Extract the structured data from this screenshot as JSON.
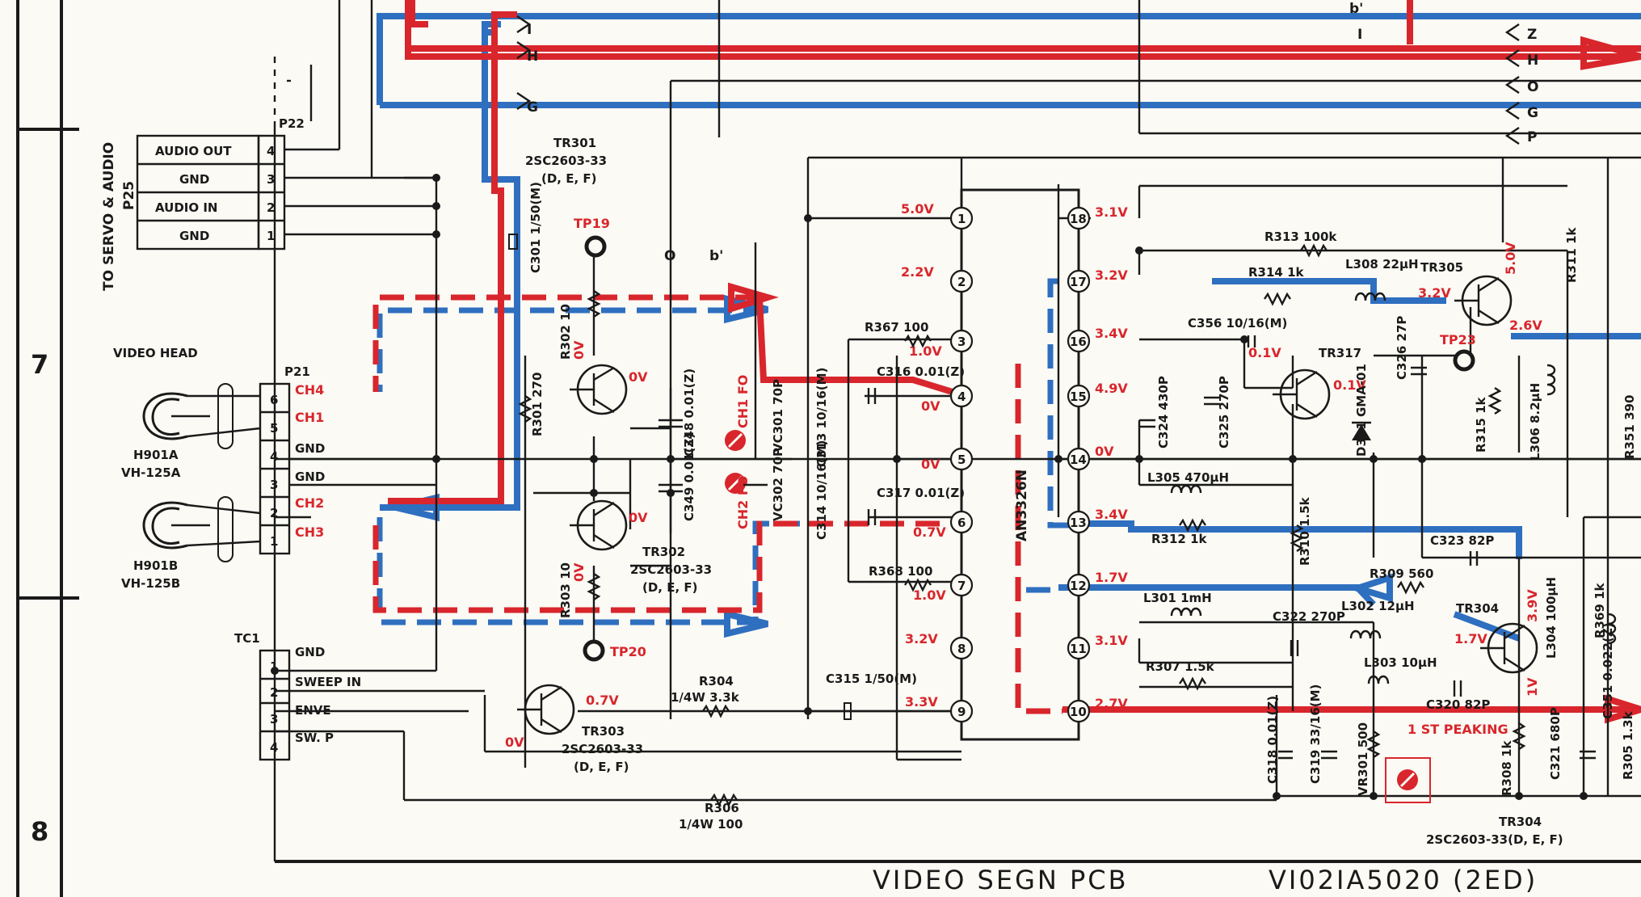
{
  "sheet": {
    "rows": [
      "7",
      "8"
    ],
    "footer_title": "VIDEO  SEGN  PCB",
    "footer_code": "VI02IA5020 (2ED)"
  },
  "connectors": {
    "servo_label_1": "TO SERVO & AUDIO",
    "servo_label_2": "P25",
    "p22": {
      "ref": "P22",
      "pins": [
        {
          "num": "4",
          "label": "AUDIO OUT"
        },
        {
          "num": "3",
          "label": "GND"
        },
        {
          "num": "2",
          "label": "AUDIO IN"
        },
        {
          "num": "1",
          "label": "GND"
        }
      ]
    },
    "p21": {
      "ref": "P21",
      "pins": [
        {
          "num": "6",
          "label": "CH4"
        },
        {
          "num": "5",
          "label": "CH1"
        },
        {
          "num": "4",
          "label": "GND"
        },
        {
          "num": "3",
          "label": "GND"
        },
        {
          "num": "2",
          "label": "CH2"
        },
        {
          "num": "1",
          "label": "CH3"
        }
      ]
    },
    "tc1": {
      "ref": "TC1",
      "pins": [
        {
          "num": "1",
          "label": "GND"
        },
        {
          "num": "2",
          "label": "SWEEP IN"
        },
        {
          "num": "3",
          "label": "ENVE"
        },
        {
          "num": "4",
          "label": "SW. P"
        }
      ]
    },
    "bus": [
      {
        "letter": "I"
      },
      {
        "letter": "H"
      },
      {
        "letter": "G"
      },
      {
        "letter": "b'"
      },
      {
        "letter": "I"
      },
      {
        "letter": "Z"
      },
      {
        "letter": "H"
      },
      {
        "letter": "O"
      },
      {
        "letter": "G"
      },
      {
        "letter": "P"
      },
      {
        "letter": "O"
      },
      {
        "letter": "b'"
      }
    ]
  },
  "video_head": {
    "title": "VIDEO HEAD",
    "heads": [
      {
        "ref": "H901A",
        "model": "VH-125A"
      },
      {
        "ref": "H901B",
        "model": "VH-125B"
      }
    ]
  },
  "transistors": {
    "tr301": {
      "ref": "TR301",
      "part": "2SC2603-33",
      "grade": "(D, E, F)",
      "v": "0V"
    },
    "tr302": {
      "ref": "TR302",
      "part": "2SC2603-33",
      "grade": "(D, E, F)",
      "v": "0V"
    },
    "tr303": {
      "ref": "TR303",
      "part": "2SC2603-33",
      "grade": "(D, E, F)",
      "v1": "0.7V",
      "v2": "0V"
    },
    "tr304": {
      "ref": "TR304",
      "part": "2SC2603-33(D, E, F)",
      "v1": "3.9V",
      "v2": "1.7V",
      "v3": "1V"
    },
    "tr305": {
      "ref": "TR305",
      "v1": "5.0V",
      "v2": "3.2V",
      "v3": "2.6V"
    },
    "tr317": {
      "ref": "TR317",
      "v1": "0.1V",
      "v2": "0.1V"
    }
  },
  "components": {
    "c301": "C301 1/50(M)",
    "r302": "R302 10",
    "r301": "R301 270",
    "r303": "R303 10",
    "c348": "C348 0.01(Z)",
    "c349": "C349 0.01(Z)",
    "vc301": "VC301 70P",
    "vc302": "VC302 70P",
    "c313": "C313 10/16(M)",
    "c314": "C314 10/16(M)",
    "r367": "R367 100",
    "c316": "C316 0.01(Z)",
    "c317": "C317 0.01(Z)",
    "r368": "R368 100",
    "r304a": "R304",
    "r304b": "1/4W 3.3k",
    "c315": "C315 1/50(M)",
    "r306a": "R306",
    "r306b": "1/4W 100",
    "r313": "R313 100k",
    "r314": "R314 1k",
    "l308": "L308 22μH",
    "c356": "C356 10/16(M)",
    "c324": "C324 430P",
    "c325": "C325 270P",
    "c326": "C326 27P",
    "d301": "D301 GMA-01",
    "r315": "R315 1k",
    "l306": "L306 8.2μH",
    "r311": "R311 1k",
    "r351": "R351 390",
    "l305": "L305 470μH",
    "r312": "R312 1k",
    "r310": "R310 1.5k",
    "c323": "C323 82P",
    "r309": "R309 560",
    "l301": "L301 1mH",
    "c322": "C322 270P",
    "l302": "L302 12μH",
    "r307": "R307 1.5k",
    "l303": "L303 10μH",
    "c320": "C320 82P",
    "c318": "C318 0.01(Z)",
    "c319": "C319 33/16(M)",
    "vr301": "VR301 500",
    "r308": "R308 1k",
    "c321": "C321 680P",
    "l304": "L304 100μH",
    "r369": "R369 1k",
    "c351": "C351 0.022(Z)",
    "r305": "R305 1.3k"
  },
  "test_points": {
    "tp19": "TP19",
    "tp20": "TP20",
    "tp23": "TP23",
    "ch1_fo": "CH1 FO",
    "ch2_fo": "CH2 FO",
    "peaking": "1 ST PEAKING"
  },
  "ic": {
    "ref": "AN3326N",
    "left_pins": [
      {
        "n": "1",
        "v": "5.0V"
      },
      {
        "n": "2",
        "v": "2.2V"
      },
      {
        "n": "3",
        "v": "1.0V"
      },
      {
        "n": "4",
        "v": "0V"
      },
      {
        "n": "5",
        "v": "0V"
      },
      {
        "n": "6",
        "v": "0.7V"
      },
      {
        "n": "7",
        "v": "1.0V"
      },
      {
        "n": "8",
        "v": "3.2V"
      },
      {
        "n": "9",
        "v": "3.3V"
      }
    ],
    "right_pins": [
      {
        "n": "18",
        "v": "3.1V"
      },
      {
        "n": "17",
        "v": "3.2V"
      },
      {
        "n": "16",
        "v": "3.4V"
      },
      {
        "n": "15",
        "v": "4.9V"
      },
      {
        "n": "14",
        "v": "0V"
      },
      {
        "n": "13",
        "v": "3.4V"
      },
      {
        "n": "12",
        "v": "1.7V"
      },
      {
        "n": "11",
        "v": "3.1V"
      },
      {
        "n": "10",
        "v": "2.7V"
      }
    ]
  },
  "colors": {
    "record": "#d8262c",
    "playback": "#2f6fc0",
    "ink": "#1a1a1a",
    "paper": "#fbfaf4"
  }
}
